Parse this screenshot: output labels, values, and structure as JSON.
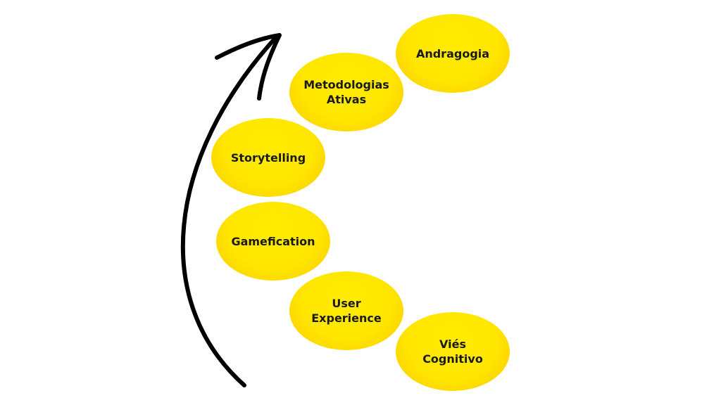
{
  "diagram": {
    "arrow": {
      "icon": "curved-arrow-up"
    },
    "items": [
      {
        "id": "andragogia",
        "label": "Andragogia"
      },
      {
        "id": "metodologias",
        "label": "Metodologias\nAtivas"
      },
      {
        "id": "storytelling",
        "label": "Storytelling"
      },
      {
        "id": "gamefication",
        "label": "Gamefication"
      },
      {
        "id": "ux",
        "label": "User\nExperience"
      },
      {
        "id": "vies",
        "label": "Viés\nCognitivo"
      }
    ],
    "colors": {
      "bubble_fill": "#ffe600",
      "bubble_bottom": "#fcc800",
      "text": "#1a1a1a",
      "arrow": "#000000",
      "background": "#ffffff"
    }
  }
}
